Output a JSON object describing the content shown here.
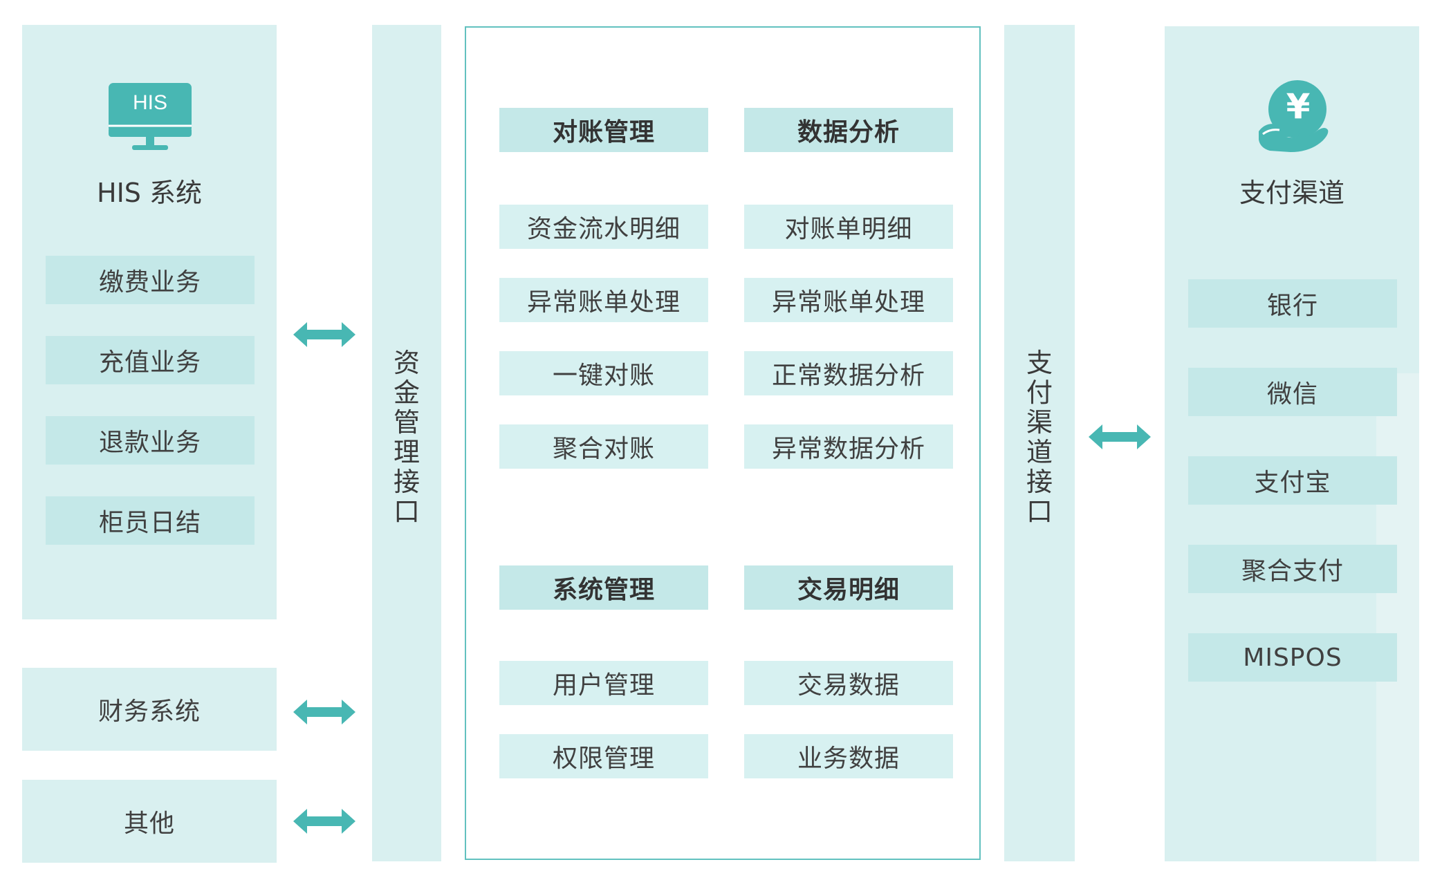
{
  "colors": {
    "accent": "#48b7b3",
    "panel": "#d9f0f0",
    "pill": "#c4e8e8",
    "border": "#62c1bf"
  },
  "his": {
    "icon_text": "HIS",
    "title": "HIS 系统",
    "items": [
      "缴费业务",
      "充值业务",
      "退款业务",
      "柜员日结"
    ]
  },
  "finance": {
    "label": "财务系统"
  },
  "other": {
    "label": "其他"
  },
  "fund_interface": {
    "chars": [
      "资",
      "金",
      "管",
      "理",
      "接",
      "口"
    ]
  },
  "center": {
    "reconcile": {
      "title": "对账管理",
      "items": [
        "资金流水明细",
        "异常账单处理",
        "一键对账",
        "聚合对账"
      ]
    },
    "analysis": {
      "title": "数据分析",
      "items": [
        "对账单明细",
        "异常账单处理",
        "正常数据分析",
        "异常数据分析"
      ]
    },
    "system": {
      "title": "系统管理",
      "items": [
        "用户管理",
        "权限管理"
      ]
    },
    "trade": {
      "title": "交易明细",
      "items": [
        "交易数据",
        "业务数据"
      ]
    }
  },
  "pay_interface": {
    "chars": [
      "支",
      "付",
      "渠",
      "道",
      "接",
      "口"
    ]
  },
  "channels": {
    "icon": "yuan-hand-icon",
    "icon_text": "¥",
    "title": "支付渠道",
    "items": [
      "银行",
      "微信",
      "支付宝",
      "聚合支付",
      "MISPOS"
    ]
  }
}
